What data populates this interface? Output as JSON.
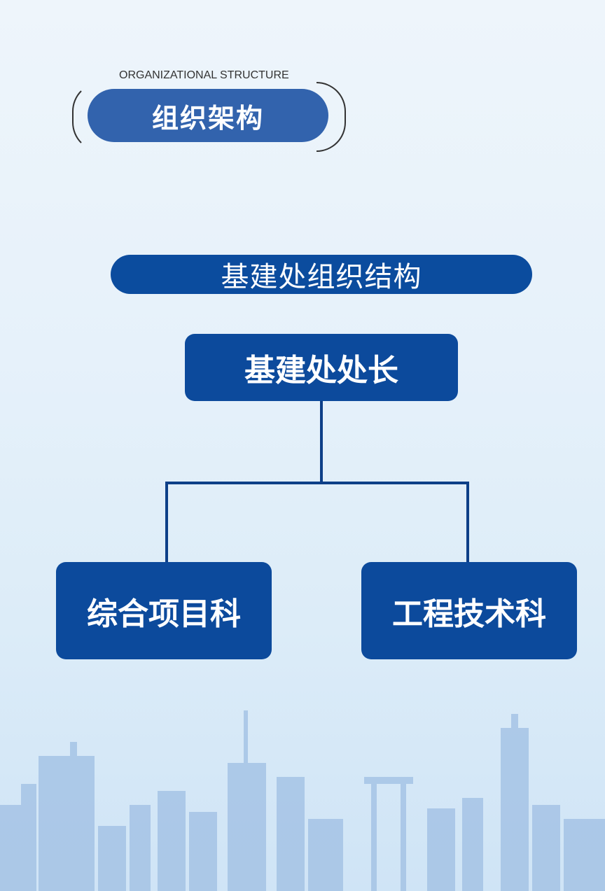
{
  "header": {
    "subtitle": "ORGANIZATIONAL STRUCTURE",
    "title": "组织架构"
  },
  "diagram": {
    "title": "基建处组织结构",
    "root": "基建处处长",
    "children": [
      "综合项目科",
      "工程技术科"
    ]
  },
  "colors": {
    "primary": "#0c4a9c",
    "header_pill": "#3263ad",
    "line": "#0d3f88"
  }
}
